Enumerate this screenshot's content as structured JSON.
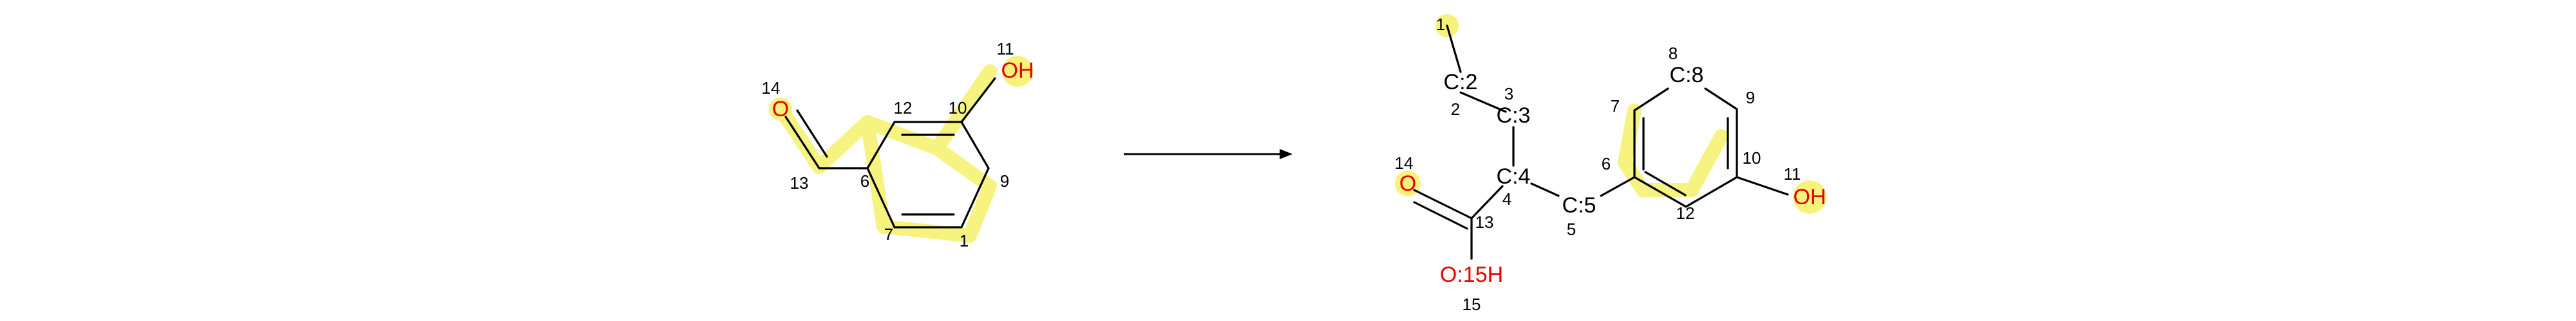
{
  "colors": {
    "highlight": "#f7f27a",
    "carbon": "#000000",
    "oxygen": "#e60000",
    "background": "#ffffff"
  },
  "reactant": {
    "atoms": [
      {
        "id": "r-o14",
        "label": "O",
        "element": "O"
      },
      {
        "id": "r-oh11",
        "label": "OH",
        "element": "O"
      }
    ],
    "indices": [
      {
        "id": "r-i14",
        "text": "14"
      },
      {
        "id": "r-i13",
        "text": "13"
      },
      {
        "id": "r-i12",
        "text": "12"
      },
      {
        "id": "r-i10",
        "text": "10"
      },
      {
        "id": "r-i11",
        "text": "11"
      },
      {
        "id": "r-i6",
        "text": "6"
      },
      {
        "id": "r-i9",
        "text": "9"
      },
      {
        "id": "r-i7",
        "text": "7"
      },
      {
        "id": "r-i1",
        "text": "1"
      }
    ]
  },
  "product": {
    "atoms": [
      {
        "id": "p-c2",
        "label": "C:2",
        "element": "C"
      },
      {
        "id": "p-c3",
        "label": "C:3",
        "element": "C"
      },
      {
        "id": "p-c4",
        "label": "C:4",
        "element": "C"
      },
      {
        "id": "p-c5",
        "label": "C:5",
        "element": "C"
      },
      {
        "id": "p-c8",
        "label": "C:8",
        "element": "C"
      },
      {
        "id": "p-o14",
        "label": "O",
        "element": "O"
      },
      {
        "id": "p-o15",
        "label": "O:15H",
        "element": "O"
      },
      {
        "id": "p-oh11",
        "label": "OH",
        "element": "O"
      }
    ],
    "indices": [
      {
        "id": "p-i1",
        "text": "1"
      },
      {
        "id": "p-i2",
        "text": "2"
      },
      {
        "id": "p-i3",
        "text": "3"
      },
      {
        "id": "p-i4",
        "text": "4"
      },
      {
        "id": "p-i5",
        "text": "5"
      },
      {
        "id": "p-i6",
        "text": "6"
      },
      {
        "id": "p-i7",
        "text": "7"
      },
      {
        "id": "p-i8",
        "text": "8"
      },
      {
        "id": "p-i9",
        "text": "9"
      },
      {
        "id": "p-i10",
        "text": "10"
      },
      {
        "id": "p-i11",
        "text": "11"
      },
      {
        "id": "p-i12",
        "text": "12"
      },
      {
        "id": "p-i13",
        "text": "13"
      },
      {
        "id": "p-i14",
        "text": "14"
      },
      {
        "id": "p-i15",
        "text": "15"
      }
    ]
  }
}
